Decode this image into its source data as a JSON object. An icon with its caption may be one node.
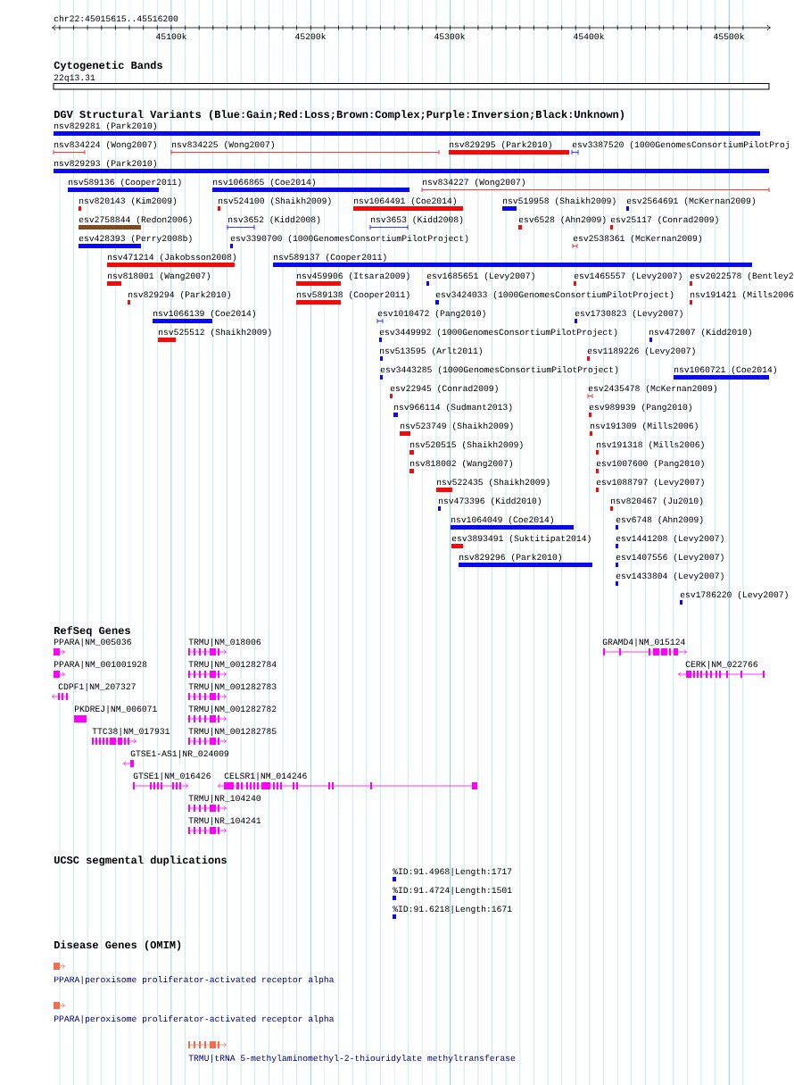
{
  "diagram": {
    "labels": [
      "chr22:45015615..45516200",
      "45100k",
      "45200k",
      "45300k",
      "45400k",
      "45500k",
      "Cytogenetic Bands",
      "22q13.31",
      "DGV Structural Variants (Blue:Gain;Red:Loss;Brown:Complex;Purple:Inversion;Black:Unknown)",
      "nsv829281 (Park2010)",
      "nsv834224 (Wong2007)",
      "nsv834225 (Wong2007)",
      "nsv829295 (Park2010)",
      "esv3387520 (1000GenomesConsortiumPilotProj",
      "nsv829293 (Park2010)",
      "nsv589136 (Cooper2011)",
      "nsv1066865 (Coe2014)",
      "nsv834227 (Wong2007)",
      "nsv820143 (Kim2009)",
      "nsv524100 (Shaikh2009)",
      "nsv1064491 (Coe2014)",
      "nsv519958 (Shaikh2009)",
      "esv2564691 (McKernan2009)",
      "esv2758844 (Redon2006)",
      "nsv3652 (Kidd2008)",
      "nsv3653 (Kidd2008)",
      "esv6528 (Ahn2009)",
      "esv25117 (Conrad2009)",
      "esv428393 (Perry2008b)",
      "esv3390700 (1000GenomesConsortiumPilotProject)",
      "esv2538361 (McKernan2009)",
      "nsv471214 (Jakobsson2008)",
      "nsv589137 (Cooper2011)",
      "nsv818001 (Wang2007)",
      "nsv459906 (Itsara2009)",
      "esv1685651 (Levy2007)",
      "esv1465557 (Levy2007)",
      "esv2022578 (Bentley2",
      "nsv829294 (Park2010)",
      "nsv589138 (Cooper2011)",
      "esv3424033 (1000GenomesConsortiumPilotProject)",
      "nsv191421 (Mills2006",
      "nsv1066139 (Coe2014)",
      "esv1010472 (Pang2010)",
      "esv1730823 (Levy2007)",
      "nsv525512 (Shaikh2009)",
      "esv3449992 (1000GenomesConsortiumPilotProject)",
      "nsv472007 (Kidd2010)",
      "nsv513595 (Arlt2011)",
      "esv1189226 (Levy2007)",
      "esv3443285 (1000GenomesConsortiumPilotProject)",
      "nsv1060721 (Coe2014)",
      "esv22945 (Conrad2009)",
      "esv2435478 (McKernan2009)",
      "nsv966114 (Sudmant2013)",
      "esv989939 (Pang2010)",
      "nsv523749 (Shaikh2009)",
      "nsv191309 (Mills2006)",
      "nsv520515 (Shaikh2009)",
      "nsv191318 (Mills2006)",
      "nsv818002 (Wang2007)",
      "esv1007600 (Pang2010)",
      "nsv522435 (Shaikh2009)",
      "esv1088797 (Levy2007)",
      "nsv473396 (Kidd2010)",
      "nsv820467 (Ju2010)",
      "nsv1064049 (Coe2014)",
      "esv6748 (Ahn2009)",
      "esv3893491 (Suktitipat2014)",
      "esv1441208 (Levy2007)",
      "nsv829296 (Park2010)",
      "esv1407556 (Levy2007)",
      "esv1433804 (Levy2007)",
      "esv1786220 (Levy2007)",
      "RefSeq Genes",
      "PPARA|NM_005036",
      "TRMU|NM_018006",
      "GRAMD4|NM_015124",
      "PPARA|NM_001001928",
      "TRMU|NM_001282784",
      "CERK|NM_022766",
      "CDPF1|NM_207327",
      "TRMU|NM_001282783",
      "PKDREJ|NM_006071",
      "TRMU|NM_001282782",
      "TTC38|NM_017931",
      "TRMU|NM_001282785",
      "GTSE1-AS1|NR_024009",
      "GTSE1|NM_016426",
      "CELSR1|NM_014246",
      "TRMU|NR_104240",
      "TRMU|NR_104241",
      "UCSC segmental duplications",
      "%ID:91.4968|Length:1717",
      "%ID:91.4724|Length:1501",
      "%ID:91.6218|Length:1671",
      "Disease Genes (OMIM)",
      "PPARA|peroxisome proliferator-activated receptor alpha",
      "PPARA|peroxisome proliferator-activated receptor alpha",
      "TRMU|tRNA 5-methylaminomethyl-2-thiouridylate methyltransferase"
    ]
  }
}
